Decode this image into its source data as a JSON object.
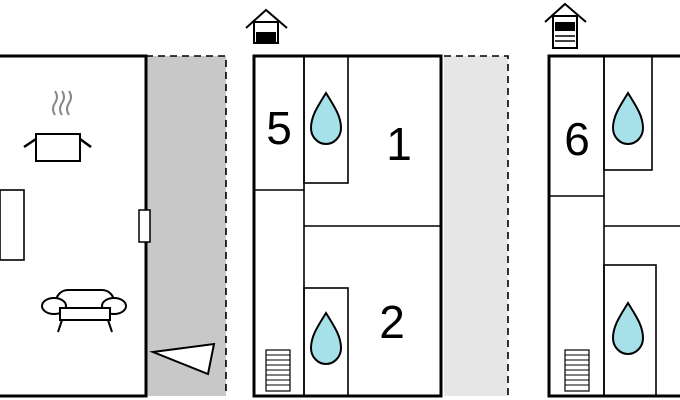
{
  "rooms": [
    {
      "number": "5"
    },
    {
      "number": "1"
    },
    {
      "number": "2"
    },
    {
      "number": "6"
    }
  ],
  "icons": {
    "bathroom": "water-drop-icon",
    "kitchen": "cooking-pot-icon",
    "living": "sofa-icon",
    "stairs": "stairs-icon",
    "entrance": "house-entrance-icon",
    "direction": "arrow-pointer-icon"
  },
  "colors": {
    "wall": "#000000",
    "water": "#a6e1ea",
    "terrace_dark": "#c8c8c8",
    "terrace_light": "#e6e6e6",
    "background": "#ffffff"
  }
}
